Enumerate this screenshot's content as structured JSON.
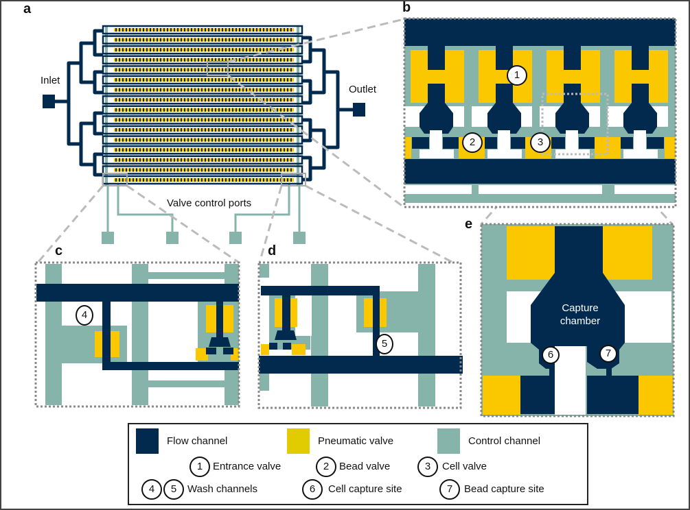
{
  "colors": {
    "flow_channel": "#022a4f",
    "pneumatic_valve": "#fbc800",
    "legend_valve_swatch": "#e0cc00",
    "control_channel": "#86b4aa",
    "zoom_lines": "#bbbbbb",
    "dotted_border": "#888888"
  },
  "panels": {
    "a": {
      "label": "a",
      "inlet": "Inlet",
      "outlet": "Outlet",
      "ports_label": "Valve control ports",
      "row_count": 16,
      "port_count": 4
    },
    "b": {
      "label": "b",
      "markers": [
        "1",
        "2",
        "3"
      ]
    },
    "c": {
      "label": "c",
      "markers": [
        "4"
      ]
    },
    "d": {
      "label": "d",
      "markers": [
        "5"
      ]
    },
    "e": {
      "label": "e",
      "chamber_line1": "Capture",
      "chamber_line2": "chamber",
      "markers": [
        "6",
        "7"
      ]
    }
  },
  "legend": {
    "swatches": [
      {
        "label": "Flow channel",
        "color_key": "flow_channel"
      },
      {
        "label": "Pneumatic valve",
        "color_key": "legend_valve_swatch"
      },
      {
        "label": "Control channel",
        "color_key": "control_channel"
      }
    ],
    "items": [
      {
        "num": "1",
        "label": "Entrance valve"
      },
      {
        "num": "2",
        "label": "Bead valve"
      },
      {
        "num": "3",
        "label": "Cell valve"
      },
      {
        "num": "4",
        "num2": "5",
        "label": "Wash channels"
      },
      {
        "num": "6",
        "label": "Cell capture site"
      },
      {
        "num": "7",
        "label": "Bead capture site"
      }
    ]
  }
}
